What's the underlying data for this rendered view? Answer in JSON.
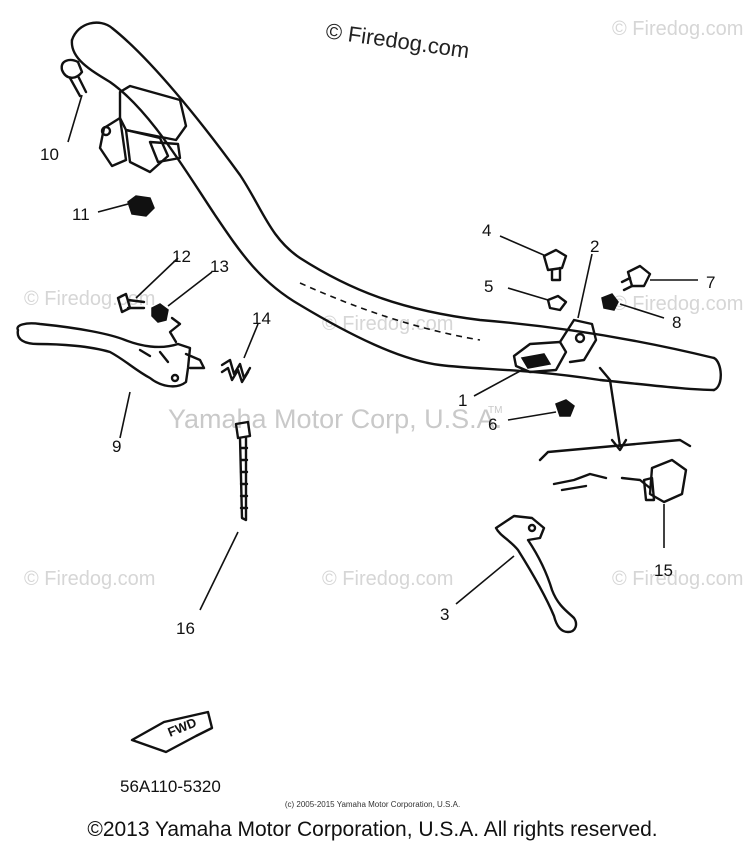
{
  "watermark": {
    "top_text": "© Firedog.com",
    "repeat_text": "© Firedog.com",
    "center_text": "Yamaha Motor Corp, U.S.A.",
    "tm": "TM"
  },
  "callouts": [
    "1",
    "2",
    "3",
    "4",
    "5",
    "6",
    "7",
    "8",
    "9",
    "10",
    "11",
    "12",
    "13",
    "14",
    "15",
    "16"
  ],
  "fwd_label": "FWD",
  "part_code": "56A110-5320",
  "copyright_small": "(c) 2005-2015 Yamaha Motor Corporation, U.S.A.",
  "copyright_main": "©2013 Yamaha Motor Corporation, U.S.A. All rights reserved.",
  "colors": {
    "ink": "#111111",
    "watermark": "#d6d6d6",
    "background": "#ffffff"
  }
}
